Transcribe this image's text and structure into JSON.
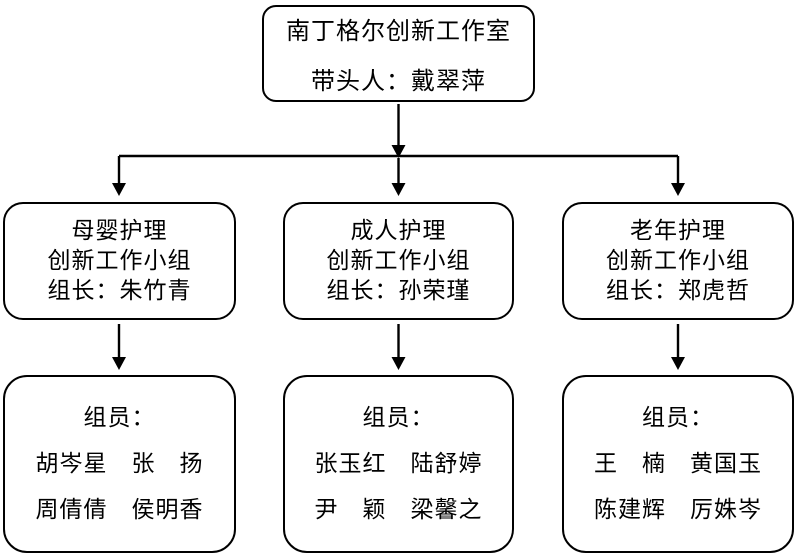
{
  "colors": {
    "ink": "#000000",
    "paper": "#ffffff"
  },
  "root": {
    "title": "南丁格尔创新工作室",
    "leader": "带头人：戴翠萍"
  },
  "groups": [
    {
      "field": "母婴护理",
      "team": "创新工作小组",
      "leader": "组长：朱竹青",
      "members_label": "组员：",
      "members_line1": "胡岑星　张　扬",
      "members_line2": "周倩倩　侯明香"
    },
    {
      "field": "成人护理",
      "team": "创新工作小组",
      "leader": "组长：孙荣瑾",
      "members_label": "组员：",
      "members_line1": "张玉红　陆舒婷",
      "members_line2": "尹　颖　梁馨之"
    },
    {
      "field": "老年护理",
      "team": "创新工作小组",
      "leader": "组长：郑虎哲",
      "members_label": "组员：",
      "members_line1": "王　楠　黄国玉",
      "members_line2": "陈建辉　厉姝岑"
    }
  ]
}
